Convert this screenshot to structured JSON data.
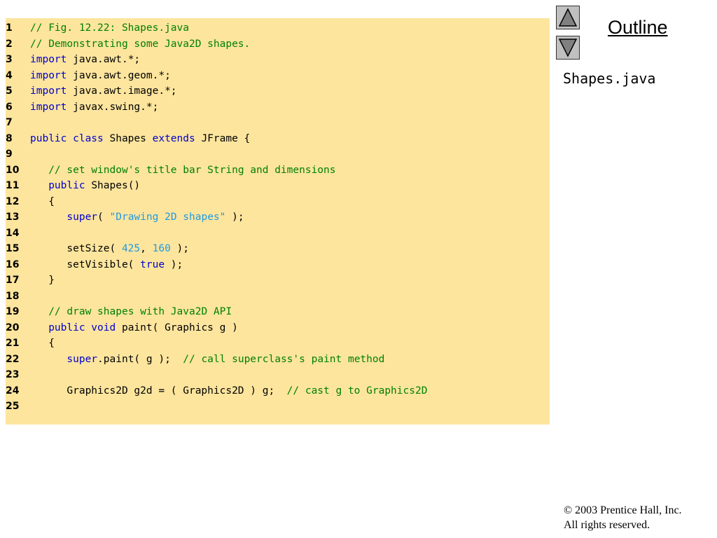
{
  "sidebar": {
    "title": "Outline",
    "file_name": "Shapes.java",
    "nav": {
      "up_icon": "triangle-up-icon",
      "down_icon": "triangle-down-icon"
    }
  },
  "footer": {
    "line1": "2003 Prentice Hall, Inc.",
    "symbol": "©",
    "line2": "All rights reserved."
  },
  "colors": {
    "code_background": "#fde59e",
    "comment": "#008000",
    "keyword": "#0000cc",
    "literal": "#1f9ae0"
  },
  "code_lines": [
    {
      "num": "1",
      "tokens": [
        [
          "comment",
          "// Fig. 12.22: Shapes.java"
        ]
      ]
    },
    {
      "num": "2",
      "tokens": [
        [
          "comment",
          "// Demonstrating some Java2D shapes."
        ]
      ]
    },
    {
      "num": "3",
      "tokens": [
        [
          "keyword",
          "import"
        ],
        [
          "plain",
          " java.awt.*;"
        ]
      ]
    },
    {
      "num": "4",
      "tokens": [
        [
          "keyword",
          "import"
        ],
        [
          "plain",
          " java.awt.geom.*;"
        ]
      ]
    },
    {
      "num": "5",
      "tokens": [
        [
          "keyword",
          "import"
        ],
        [
          "plain",
          " java.awt.image.*;"
        ]
      ]
    },
    {
      "num": "6",
      "tokens": [
        [
          "keyword",
          "import"
        ],
        [
          "plain",
          " javax.swing.*;"
        ]
      ]
    },
    {
      "num": "7",
      "tokens": []
    },
    {
      "num": "8",
      "tokens": [
        [
          "keyword",
          "public class"
        ],
        [
          "plain",
          " Shapes "
        ],
        [
          "keyword",
          "extends"
        ],
        [
          "plain",
          " JFrame {"
        ]
      ]
    },
    {
      "num": "9",
      "tokens": []
    },
    {
      "num": "10",
      "tokens": [
        [
          "plain",
          "   "
        ],
        [
          "comment",
          "// set window's title bar String and dimensions"
        ]
      ]
    },
    {
      "num": "11",
      "tokens": [
        [
          "plain",
          "   "
        ],
        [
          "keyword",
          "public"
        ],
        [
          "plain",
          " Shapes()"
        ]
      ]
    },
    {
      "num": "12",
      "tokens": [
        [
          "plain",
          "   {"
        ]
      ]
    },
    {
      "num": "13",
      "tokens": [
        [
          "plain",
          "      "
        ],
        [
          "keyword",
          "super"
        ],
        [
          "plain",
          "( "
        ],
        [
          "string",
          "\"Drawing 2D shapes\""
        ],
        [
          "plain",
          " );"
        ]
      ]
    },
    {
      "num": "14",
      "tokens": []
    },
    {
      "num": "15",
      "tokens": [
        [
          "plain",
          "      setSize( "
        ],
        [
          "number",
          "425"
        ],
        [
          "plain",
          ", "
        ],
        [
          "number",
          "160"
        ],
        [
          "plain",
          " );"
        ]
      ]
    },
    {
      "num": "16",
      "tokens": [
        [
          "plain",
          "      setVisible( "
        ],
        [
          "keyword",
          "true"
        ],
        [
          "plain",
          " );"
        ]
      ]
    },
    {
      "num": "17",
      "tokens": [
        [
          "plain",
          "   }"
        ]
      ]
    },
    {
      "num": "18",
      "tokens": []
    },
    {
      "num": "19",
      "tokens": [
        [
          "plain",
          "   "
        ],
        [
          "comment",
          "// draw shapes with Java2D API"
        ]
      ]
    },
    {
      "num": "20",
      "tokens": [
        [
          "plain",
          "   "
        ],
        [
          "keyword",
          "public void"
        ],
        [
          "plain",
          " paint( Graphics g )"
        ]
      ]
    },
    {
      "num": "21",
      "tokens": [
        [
          "plain",
          "   {"
        ]
      ]
    },
    {
      "num": "22",
      "tokens": [
        [
          "plain",
          "      "
        ],
        [
          "keyword",
          "super"
        ],
        [
          "plain",
          ".paint( g );  "
        ],
        [
          "comment",
          "// call superclass's paint method"
        ]
      ]
    },
    {
      "num": "23",
      "tokens": []
    },
    {
      "num": "24",
      "tokens": [
        [
          "plain",
          "      Graphics2D g2d = ( Graphics2D ) g;  "
        ],
        [
          "comment",
          "// cast g to Graphics2D"
        ]
      ]
    },
    {
      "num": "25",
      "tokens": []
    }
  ]
}
